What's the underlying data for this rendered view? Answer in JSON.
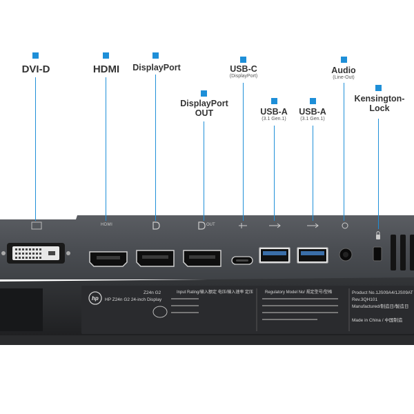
{
  "callouts": [
    {
      "id": "dvi-d",
      "label": "DVI-D",
      "sub": ""
    },
    {
      "id": "hdmi",
      "label": "HDMI",
      "sub": ""
    },
    {
      "id": "displayport",
      "label": "DisplayPort",
      "sub": ""
    },
    {
      "id": "displayport-out",
      "label": "DisplayPort\nOUT",
      "sub": ""
    },
    {
      "id": "usb-c",
      "label": "USB-C",
      "sub": "(DisplayPort)"
    },
    {
      "id": "usb-a-1",
      "label": "USB-A",
      "sub": "(3.1 Gen.1)"
    },
    {
      "id": "usb-a-2",
      "label": "USB-A",
      "sub": "(3.1 Gen.1)"
    },
    {
      "id": "audio",
      "label": "Audio",
      "sub": "(Line-Out)"
    },
    {
      "id": "kensington",
      "label": "Kensington-\nLock",
      "sub": ""
    }
  ],
  "port_icons": {
    "hdmi": "HDMI",
    "dp_out": "OUT"
  },
  "regulatory_label": {
    "brand": "hp",
    "model_line_1": "Z24n G2",
    "model_line_2": "HP Z24n G2 24-inch Display",
    "input_rating": "Input Rating/输入额定 电压/输入速率 定压",
    "regulatory_model": "Regulatory Model No/ 规定型号/型格",
    "product_no": "Product No.1JS09A4/1JS09AT",
    "rev": "Rev.3QH101",
    "manufactured": "Manufactured/制造日/製造日",
    "made_in": "Made in China / 中国制造"
  },
  "colors": {
    "accent": "#1e8fd8",
    "chassis": "#4a4d52",
    "chassis_dark": "#2c2e31",
    "port_black": "#141414"
  }
}
